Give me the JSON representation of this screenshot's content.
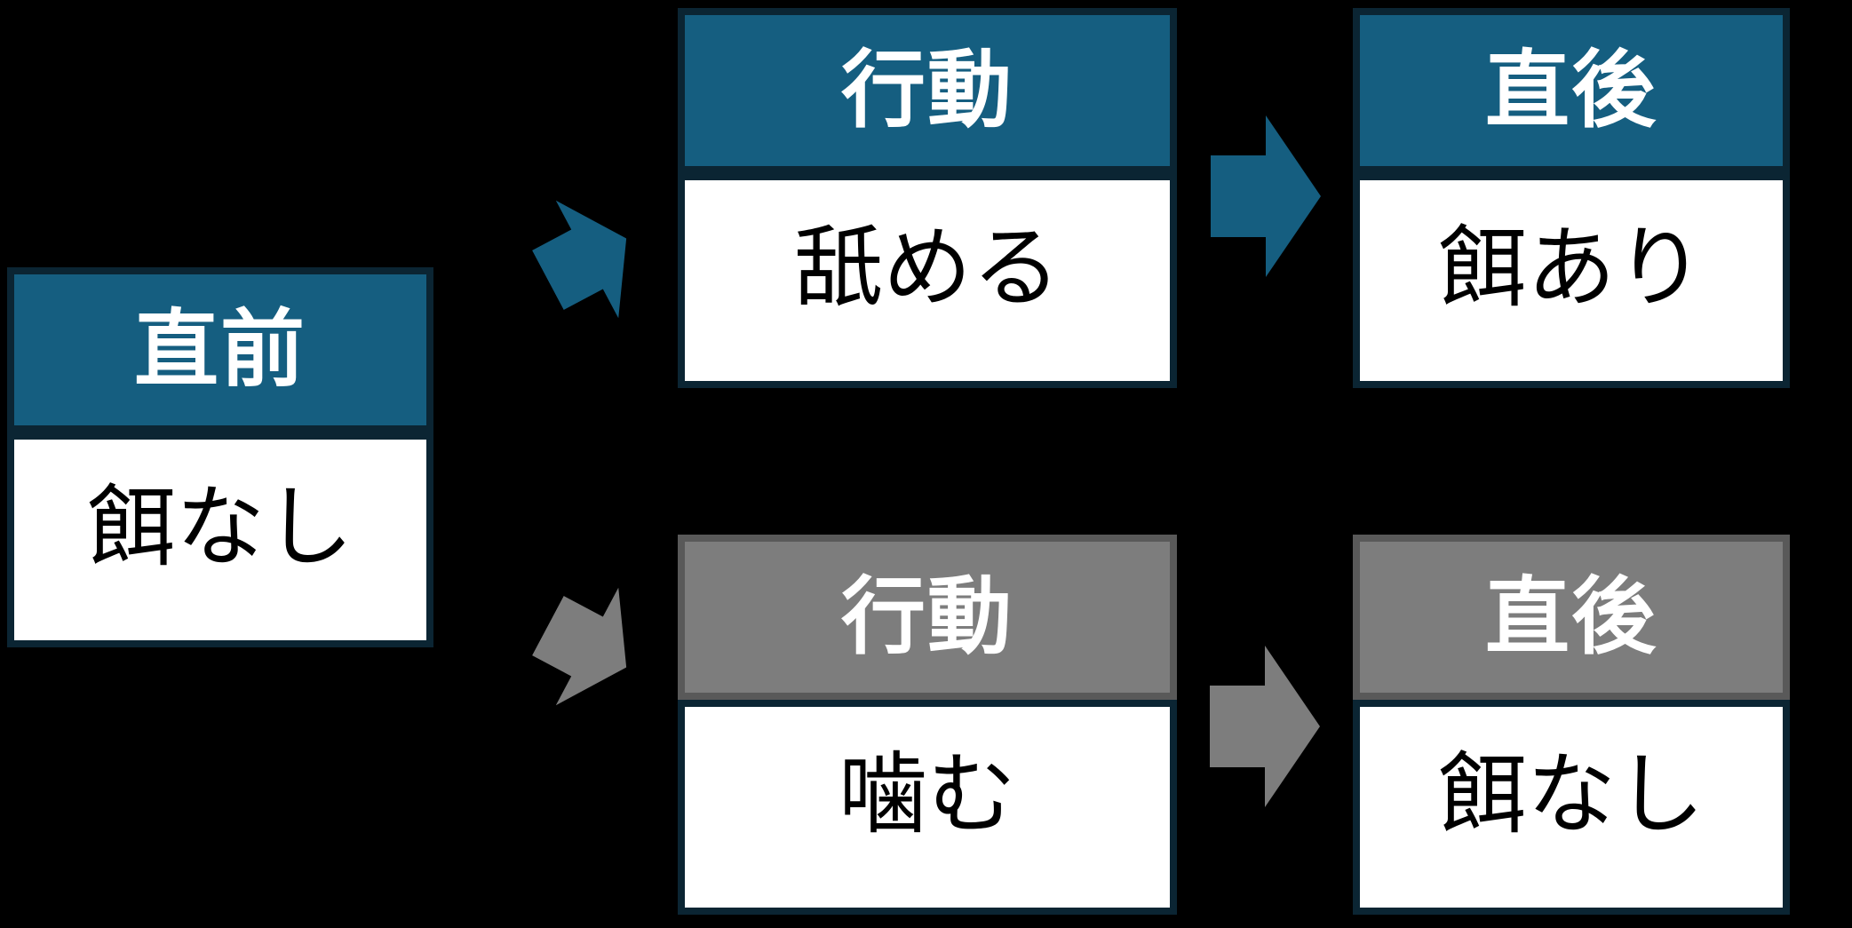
{
  "colors": {
    "background_black": "#000000",
    "accent_teal": "#155E80",
    "border_navy": "#0B2533",
    "neutral_gray": "#7D7D7D",
    "border_gray": "#595959",
    "body_white": "#FFFFFF",
    "text_white": "#FFFFFF",
    "text_black": "#000000"
  },
  "nodes": {
    "antecedent": {
      "header": "直前",
      "body": "餌なし"
    },
    "behavior_top": {
      "header": "行動",
      "body": "舐める"
    },
    "consequence_top": {
      "header": "直後",
      "body": "餌あり"
    },
    "behavior_bottom": {
      "header": "行動",
      "body": "噛む"
    },
    "consequence_bottom": {
      "header": "直後",
      "body": "餌なし"
    }
  },
  "arrows": [
    {
      "icon": "block-arrow-up-right-icon",
      "color_role": "teal"
    },
    {
      "icon": "block-arrow-right-icon",
      "color_role": "teal"
    },
    {
      "icon": "block-arrow-down-right-icon",
      "color_role": "gray"
    },
    {
      "icon": "block-arrow-right-icon",
      "color_role": "gray"
    }
  ]
}
